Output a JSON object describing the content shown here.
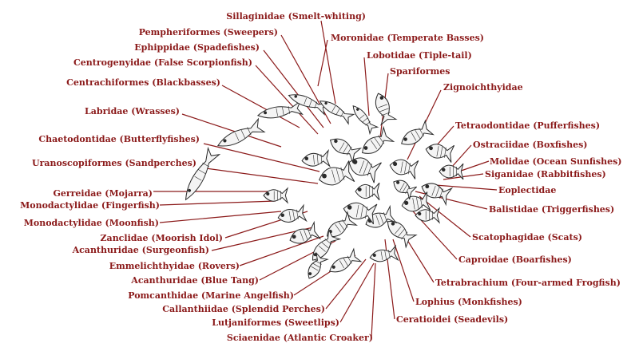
{
  "colors": {
    "label": "#8b1a1a",
    "leader": "#8b1a1a",
    "ink": "#2a2a2a"
  },
  "labels": [
    {
      "id": "sillaginidae",
      "text": "Sillaginidae (Smelt-whiting)"
    },
    {
      "id": "pempheriformes",
      "text": "Pempheriformes (Sweepers)"
    },
    {
      "id": "ephippidae",
      "text": "Ephippidae (Spadefishes)"
    },
    {
      "id": "centrogenyidae",
      "text": "Centrogenyidae (False Scorpionfish)"
    },
    {
      "id": "centrachiformes",
      "text": "Centrachiformes (Blackbasses)"
    },
    {
      "id": "labridae",
      "text": "Labridae (Wrasses)"
    },
    {
      "id": "chaetodontidae",
      "text": "Chaetodontidae (Butterflyfishes)"
    },
    {
      "id": "uranoscopiformes",
      "text": "Uranoscopiformes (Sandperches)"
    },
    {
      "id": "gerreidae",
      "text": "Gerreidae (Mojarra)"
    },
    {
      "id": "monodactylidae-finger",
      "text": "Monodactylidae (Fingerfish)"
    },
    {
      "id": "monodactylidae-moon",
      "text": "Monodactylidae (Moonfish)"
    },
    {
      "id": "zanclidae",
      "text": "Zanclidae (Moorish Idol)"
    },
    {
      "id": "acanthuridae-surgeon",
      "text": "Acanthuridae (Surgeonfish)"
    },
    {
      "id": "emmelichthyidae",
      "text": "Emmelichthyidae (Rovers)"
    },
    {
      "id": "acanthuridae-tang",
      "text": "Acanthuridae (Blue Tang)"
    },
    {
      "id": "pomacanthidae",
      "text": "Pomcanthidae (Marine Angelfish)"
    },
    {
      "id": "callanthiidae",
      "text": "Callanthiidae (Splendid Perches)"
    },
    {
      "id": "lutjaniformes",
      "text": "Lutjaniformes (Sweetlips)"
    },
    {
      "id": "sciaenidae",
      "text": "Sciaenidae (Atlantic Croaker)"
    },
    {
      "id": "moronidae",
      "text": "Moronidae (Temperate Basses)"
    },
    {
      "id": "lobotidae",
      "text": "Lobotidae (Tiple-tail)"
    },
    {
      "id": "spariformes",
      "text": "Spariformes"
    },
    {
      "id": "zignoichthyidae",
      "text": "Zignoichthyidae"
    },
    {
      "id": "tetraodontidae",
      "text": "Tetraodontidae (Pufferfishes)"
    },
    {
      "id": "ostraciidae",
      "text": "Ostraciidae  (Boxfishes)"
    },
    {
      "id": "molidae",
      "text": "Molidae (Ocean Sunfishes)"
    },
    {
      "id": "siganidae",
      "text": "Siganidae (Rabbitfishes)"
    },
    {
      "id": "eoplectidae",
      "text": "Eoplectidae"
    },
    {
      "id": "balistidae",
      "text": "Balistidae (Triggerfishes)"
    },
    {
      "id": "scatophagidae",
      "text": "Scatophagidae (Scats)"
    },
    {
      "id": "caproidae",
      "text": "Caproidae (Boarfishes)"
    },
    {
      "id": "tetrabrachium",
      "text": "Tetrabrachium (Four-armed Frogfish)"
    },
    {
      "id": "lophius",
      "text": "Lophius (Monkfishes)"
    },
    {
      "id": "ceratioidei",
      "text": "Ceratioidei (Seadevils)"
    }
  ]
}
